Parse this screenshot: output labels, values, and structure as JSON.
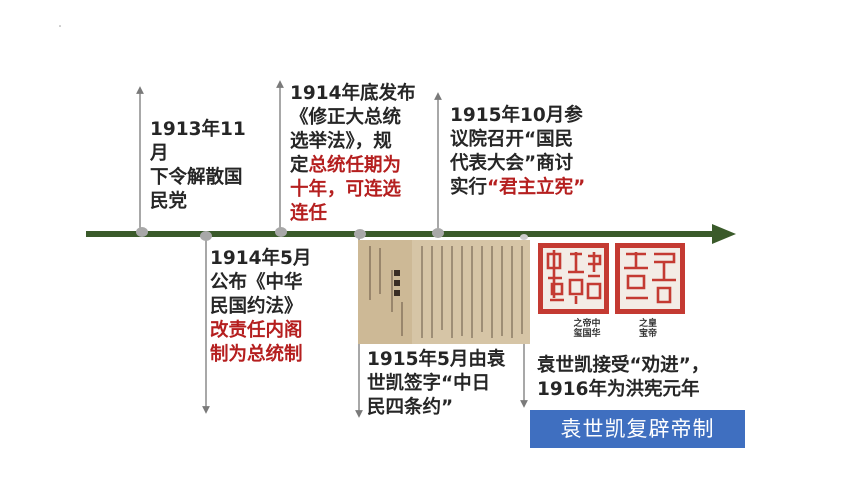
{
  "events": [
    {
      "id": "e1913",
      "lines": [
        [
          {
            "t": "1913年11"
          }
        ],
        [
          {
            "t": "月"
          }
        ],
        [
          {
            "t": "下令解散国"
          }
        ],
        [
          {
            "t": "民党"
          }
        ]
      ]
    },
    {
      "id": "e1914a",
      "lines": [
        [
          {
            "t": "1914年5月"
          }
        ],
        [
          {
            "t": "公布《中华"
          }
        ],
        [
          {
            "t": "民国约法》"
          }
        ],
        [
          {
            "t": "改责任内阁",
            "em": true
          }
        ],
        [
          {
            "t": "制为总统制",
            "em": true
          }
        ]
      ]
    },
    {
      "id": "e1914b",
      "lines": [
        [
          {
            "t": "1914年底发布"
          }
        ],
        [
          {
            "t": "《修正大总统"
          }
        ],
        [
          {
            "t": "选举法》，规"
          }
        ],
        [
          {
            "t": "定"
          },
          {
            "t": "总统任期为",
            "em": true
          }
        ],
        [
          {
            "t": "十年，可连选",
            "em": true
          }
        ],
        [
          {
            "t": "连任",
            "em": true
          }
        ]
      ]
    },
    {
      "id": "e1915oct",
      "lines": [
        [
          {
            "t": "1915年10月参"
          }
        ],
        [
          {
            "t": "议院召开“国民"
          }
        ],
        [
          {
            "t": "代表大会”商讨"
          }
        ],
        [
          {
            "t": "实行"
          },
          {
            "t": "“君主立宪”",
            "em": true
          }
        ]
      ]
    },
    {
      "id": "e1915may",
      "lines": [
        [
          {
            "t": "1915年5月由袁"
          }
        ],
        [
          {
            "t": "世凯签字“中日"
          }
        ],
        [
          {
            "t": "民四条约”"
          }
        ]
      ]
    },
    {
      "id": "e1916",
      "lines": [
        [
          {
            "t": "袁世凯接受“劝进”，"
          }
        ],
        [
          {
            "t": "1916年为洪宪元年"
          }
        ]
      ]
    }
  ],
  "seals": [
    {
      "id": "seal-zhonghua",
      "caption": [
        "之帝中",
        "玺国华"
      ]
    },
    {
      "id": "seal-huangdi",
      "caption": [
        "之皇",
        "宝帝"
      ]
    }
  ],
  "banner": "袁世凯复辟帝制",
  "colors": {
    "timeline": "#3a5a2a",
    "marker": "#a8a8a8",
    "connector": "#7a7a7a",
    "emphasis": "#b51f1f",
    "banner": "#3f6fc0",
    "seal": "#c43a32"
  }
}
